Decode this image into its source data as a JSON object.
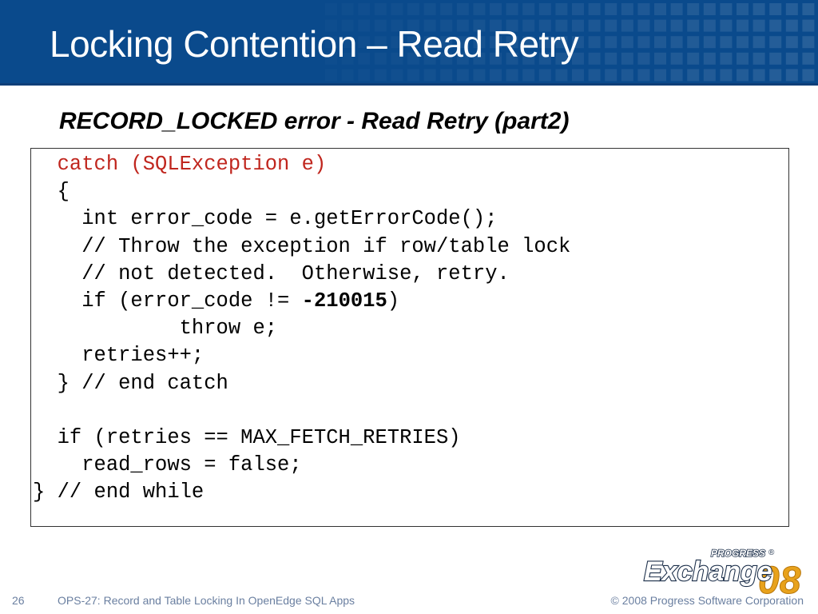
{
  "slide": {
    "title": "Locking Contention – Read Retry",
    "subtitle_bold": "RECORD_LOCKED error - ",
    "subtitle_italic": "Read Retry (part2)"
  },
  "code": {
    "lines": [
      [
        "  ",
        "catch (SQLException e)"
      ],
      "  {",
      "    int error_code = e.getErrorCode();",
      "    // Throw the exception if row/table lock",
      "    // not detected.  Otherwise, retry.",
      [
        "    if (error_code != ",
        "-210015",
        ")"
      ],
      "            throw e;",
      "    retries++;",
      "  } // end catch",
      "",
      "  if (retries == MAX_FETCH_RETRIES)",
      "    read_rows = false;",
      "} // end while"
    ]
  },
  "footer": {
    "page_number": "26",
    "session": "OPS-27: Record and Table Locking In OpenEdge SQL Apps",
    "copyright": "© 2008 Progress Software Corporation"
  },
  "logo": {
    "brand_small": "PROGRESS",
    "word": "Exchange",
    "year": "08",
    "registered": "®"
  },
  "colors": {
    "header_blue": "#0a4a8c",
    "code_red": "#c0261e",
    "footer_gray": "#6a7fa0"
  }
}
